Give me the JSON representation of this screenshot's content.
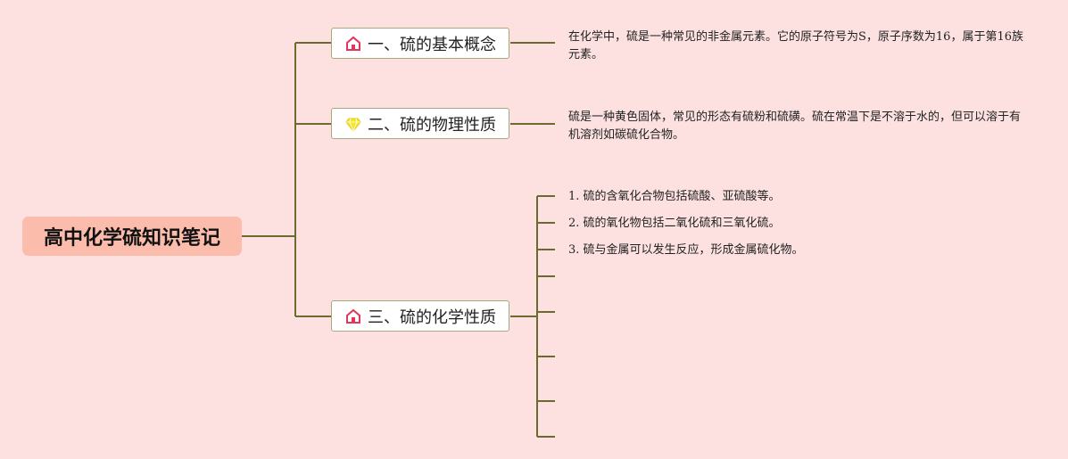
{
  "root": {
    "title": "高中化学硫知识笔记"
  },
  "branches": [
    {
      "label": "一、硫的基本概念",
      "icon": "house-icon",
      "text": "在化学中，硫是一种常见的非金属元素。它的原子符号为S，原子序数为16，属于第16族元素。"
    },
    {
      "label": "二、硫的物理性质",
      "icon": "diamond-icon",
      "text": "硫是一种黄色固体，常见的形态有硫粉和硫磺。硫在常温下是不溶于水的，但可以溶于有机溶剂如碳硫化合物。"
    },
    {
      "label": "三、硫的化学性质",
      "icon": "house-icon",
      "items": [
        "1. 硫的含氧化合物包括硫酸、亚硫酸等。",
        "2. 硫的氧化物包括二氧化硫和三氧化硫。",
        "3. 硫与金属可以发生反应，形成金属硫化物。"
      ]
    }
  ],
  "colors": {
    "background": "#fde1e1",
    "root": "#fbbcab",
    "line": "#6b6a2f",
    "house": "#e0385a",
    "diamond": "#f5e62a"
  }
}
